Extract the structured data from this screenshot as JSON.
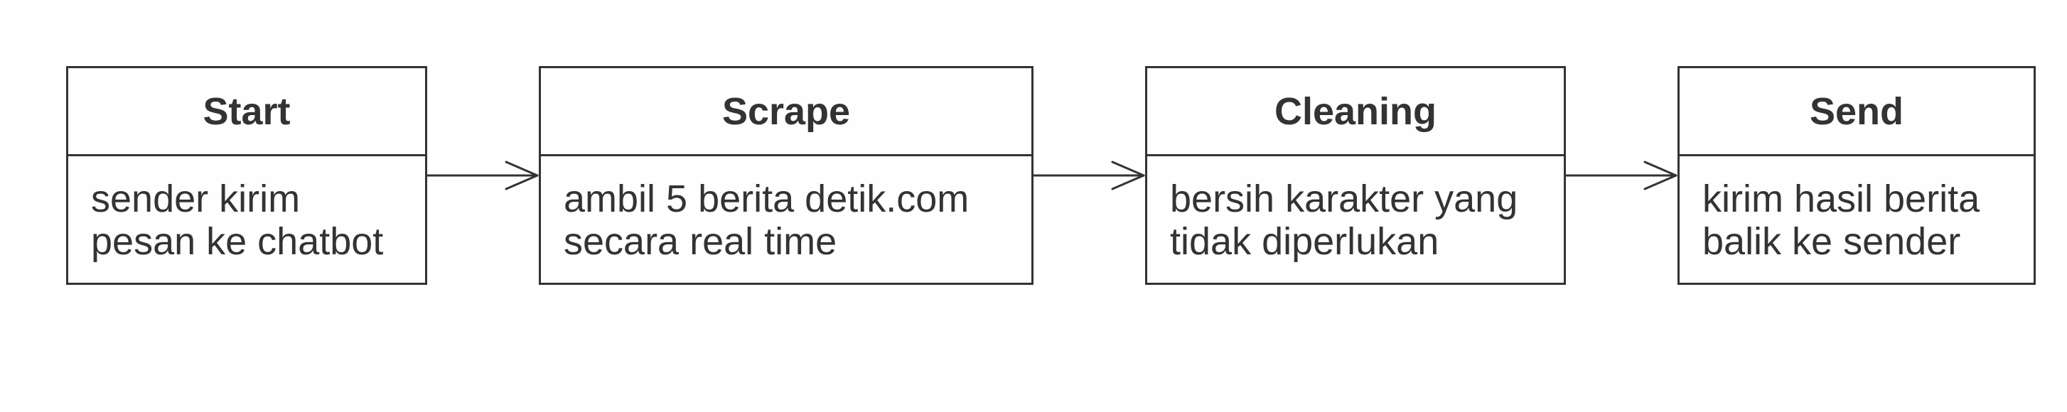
{
  "diagram": {
    "nodes": [
      {
        "id": "start",
        "title": "Start",
        "lines": [
          "sender kirim",
          "pesan ke chatbot"
        ]
      },
      {
        "id": "scrape",
        "title": "Scrape",
        "lines": [
          "ambil 5 berita detik.com",
          "secara real time"
        ]
      },
      {
        "id": "cleaning",
        "title": "Cleaning",
        "lines": [
          "bersih karakter yang",
          "tidak diperlukan"
        ]
      },
      {
        "id": "send",
        "title": "Send",
        "lines": [
          "kirim hasil berita",
          "balik ke sender"
        ]
      }
    ],
    "edges": [
      {
        "from": "start",
        "to": "scrape"
      },
      {
        "from": "scrape",
        "to": "cleaning"
      },
      {
        "from": "cleaning",
        "to": "send"
      }
    ],
    "colors": {
      "stroke": "#333333",
      "fill": "#fefefe",
      "background": "#ffffff"
    }
  }
}
